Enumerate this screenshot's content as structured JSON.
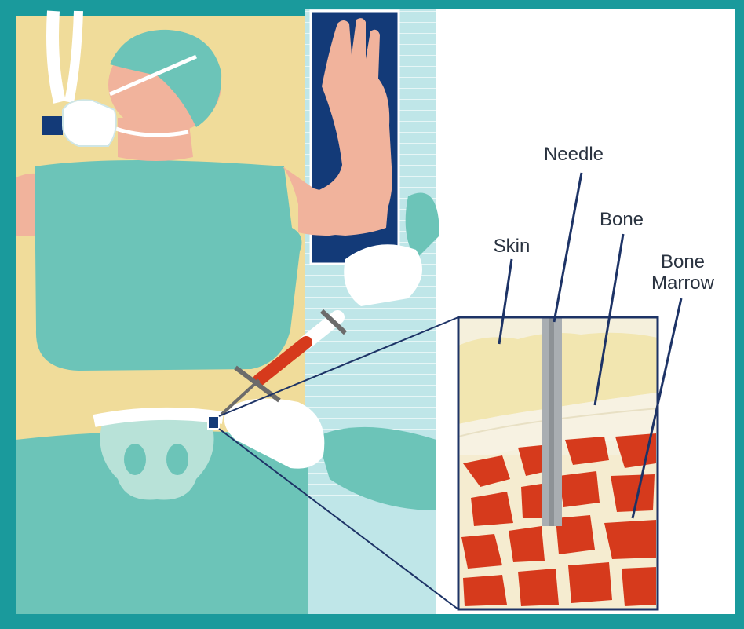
{
  "labels": {
    "needle": "Needle",
    "bone": "Bone",
    "skin": "Skin",
    "bone_marrow_line1": "Bone",
    "bone_marrow_line2": "Marrow"
  },
  "colors": {
    "frame": "#1a9a9c",
    "wall": "#f0dc9a",
    "gown": "#6cc4b8",
    "skin_tone": "#f1b39c",
    "skin_layer": "#f2e6b0",
    "bone_layer": "#f5f0dc",
    "marrow": "#d63a1c",
    "needle": "#a9aeb2",
    "panel_dark": "#133a78",
    "callout_line": "#1d3366"
  }
}
